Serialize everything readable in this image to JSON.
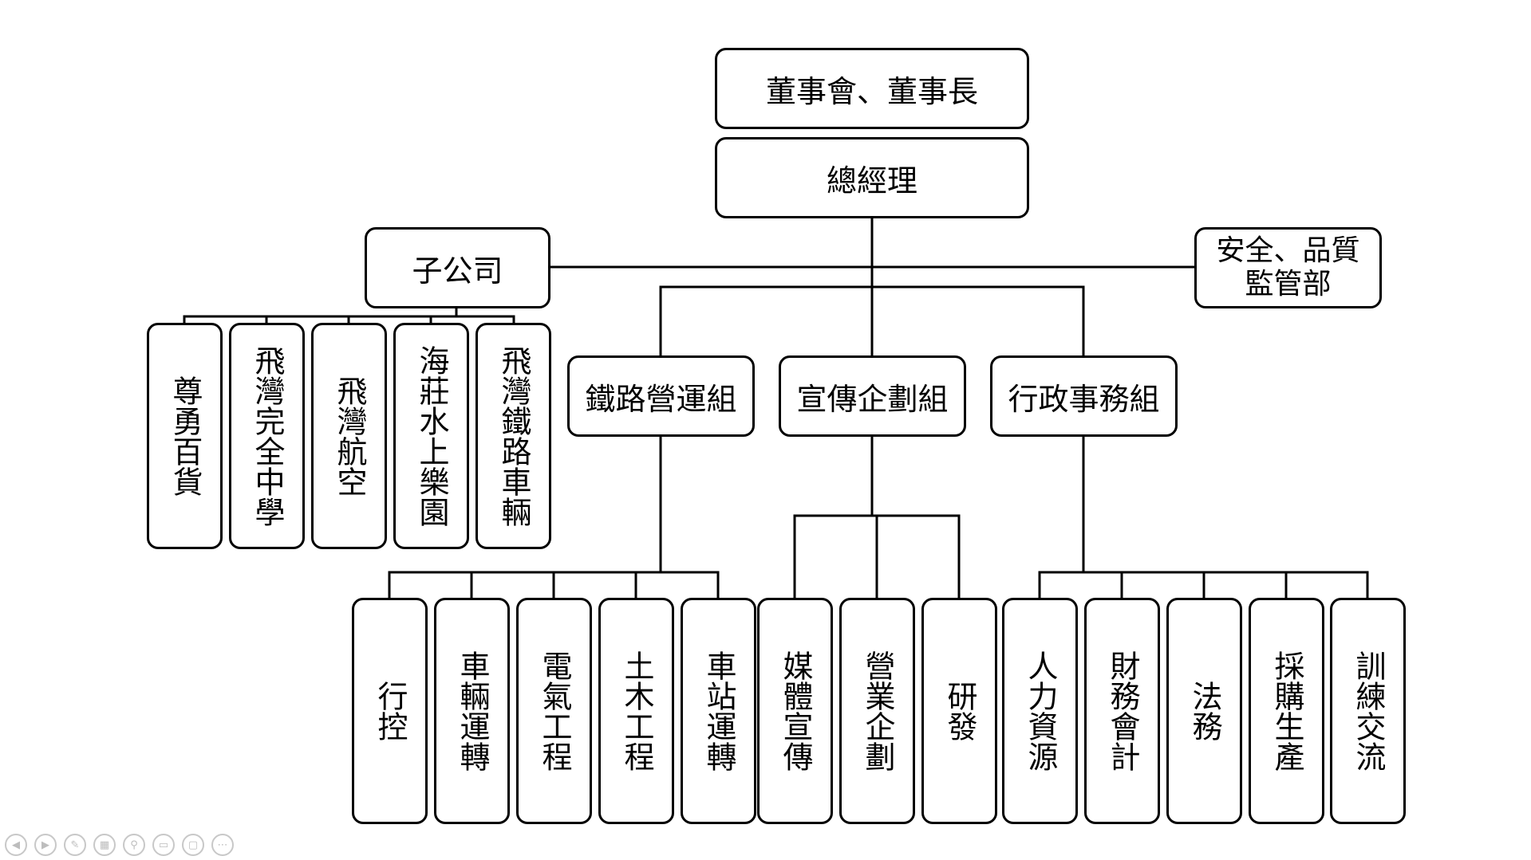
{
  "nodes": {
    "board": "董事會、董事長",
    "gm": "總經理",
    "subsidiary": "子公司",
    "safety_line1": "安全、品質",
    "safety_line2": "監管部",
    "railway": "鐵路營運組",
    "publicity": "宣傳企劃組",
    "admin": "行政事務組",
    "sub_children": [
      "尊勇百貨",
      "飛灣完全中學",
      "飛灣航空",
      "海莊水上樂園",
      "飛灣鐵路車輛"
    ],
    "railway_children": [
      "行控",
      "車輛運轉",
      "電氣工程",
      "土木工程",
      "車站運轉"
    ],
    "publicity_children": [
      "媒體宣傳",
      "營業企劃",
      "研發"
    ],
    "admin_children": [
      "人力資源",
      "財務會計",
      "法務",
      "採購生產",
      "訓練交流"
    ]
  },
  "toolbar": {
    "icons": [
      "prev-icon",
      "next-icon",
      "pen-icon",
      "slides-icon",
      "zoom-icon",
      "subtitle-icon",
      "camera-off-icon",
      "more-icon"
    ]
  }
}
